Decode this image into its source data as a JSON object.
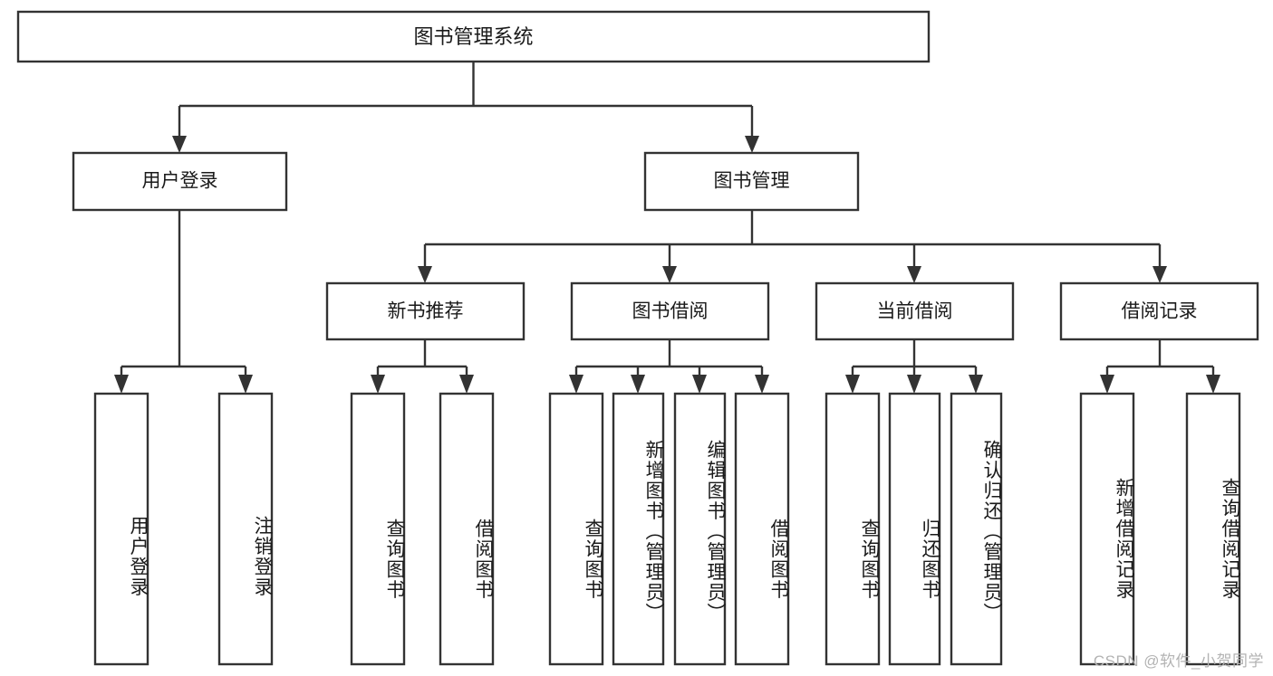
{
  "diagram": {
    "title": "图书管理系统",
    "type": "tree-hierarchy-chart",
    "orientation": "top-down",
    "colors": {
      "box_stroke": "#333333",
      "box_fill": "#ffffff",
      "connector": "#333333",
      "text": "#1a1a1a",
      "background": "#ffffff",
      "watermark": "#b3b3b3"
    },
    "root": {
      "label": "图书管理系统"
    },
    "level2": [
      {
        "label": "用户登录"
      },
      {
        "label": "图书管理"
      }
    ],
    "level3": [
      {
        "label": "新书推荐"
      },
      {
        "label": "图书借阅"
      },
      {
        "label": "当前借阅"
      },
      {
        "label": "借阅记录"
      }
    ],
    "leaves": {
      "user_login": [
        {
          "label": "用户登录"
        },
        {
          "label": "注销登录"
        }
      ],
      "new_book_recommend": [
        {
          "label": "查询图书"
        },
        {
          "label": "借阅图书"
        }
      ],
      "book_borrow": [
        {
          "label": "查询图书"
        },
        {
          "label": "新增图书（管理员）"
        },
        {
          "label": "编辑图书（管理员）"
        },
        {
          "label": "借阅图书"
        }
      ],
      "current_borrow": [
        {
          "label": "查询图书"
        },
        {
          "label": "归还图书"
        },
        {
          "label": "确认归还（管理员）"
        }
      ],
      "borrow_record": [
        {
          "label": "新增借阅记录"
        },
        {
          "label": "查询借阅记录"
        }
      ]
    }
  },
  "watermark": {
    "text": "CSDN @软件_小贺同学"
  }
}
